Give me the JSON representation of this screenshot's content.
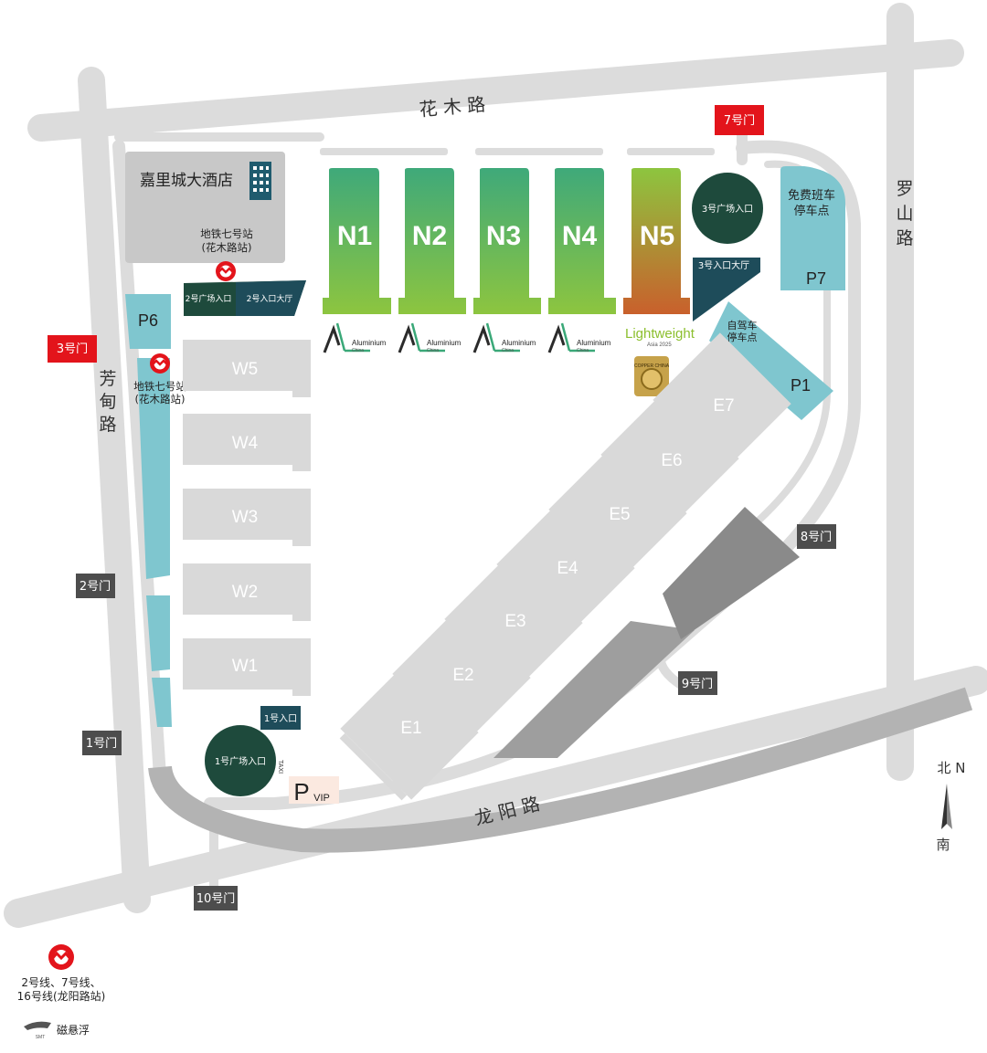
{
  "roads": {
    "north": "花 木 路",
    "west": "芳 甸 路",
    "east": "罗 山 路",
    "south": "龙 阳 路"
  },
  "gates": {
    "g7": "7号门",
    "g3": "3号门",
    "g2": "2号门",
    "g1": "1号门",
    "g8": "8号门",
    "g9": "9号门",
    "g10": "10号门"
  },
  "hotel": "嘉里城大酒店",
  "metro_huamu": [
    "地铁七号站",
    "(花木路站)"
  ],
  "metro_west": [
    "地铁七号站",
    "(花木路站)"
  ],
  "metro_longyang": [
    "2号线、7号线、",
    "16号线(龙阳路站)"
  ],
  "maglev": "磁悬浮",
  "maglev_logo": "SMT",
  "halls": {
    "n": [
      "N1",
      "N2",
      "N3",
      "N4",
      "N5"
    ],
    "w": [
      "W5",
      "W4",
      "W3",
      "W2",
      "W1"
    ],
    "e": [
      "E7",
      "E6",
      "E5",
      "E4",
      "E3",
      "E2",
      "E1"
    ]
  },
  "parking": {
    "p6": "P6",
    "p7": "P7",
    "p1": "P1",
    "p7_desc": [
      "免费班车",
      "停车点"
    ],
    "p1_desc": [
      "自驾车",
      "停车点"
    ],
    "vip_p": "P",
    "vip": "VIP",
    "taxi": "TAXI"
  },
  "entrances": {
    "plaza1": "1号广场入口",
    "entry1": "1号入口",
    "plaza2": "2号广场入口",
    "hall2": "2号入口大厅",
    "plaza3": "3号广场入口",
    "hall3": "3号入口大厅"
  },
  "logos": {
    "aluminium": "Aluminium",
    "aluminium_sub": "China",
    "lightweight": "Lightweight",
    "lightweight_sub": "Asia 2025",
    "copper": "COPPER CHINA"
  },
  "compass": {
    "north": "北 N",
    "south": "南"
  },
  "colors": {
    "road": "#dcdcdc",
    "hall": "#d9d9d9",
    "parking": "#7fc6cf",
    "dark_green": "#1e4a3c",
    "gate_red": "#e3141b",
    "gate_dark": "#4d4d4d",
    "hall_n_top": "#3aa878",
    "hall_n_bottom": "#8cc63f",
    "hall_n5_top": "#8cc63f",
    "hall_n5_bottom": "#c8612a"
  }
}
